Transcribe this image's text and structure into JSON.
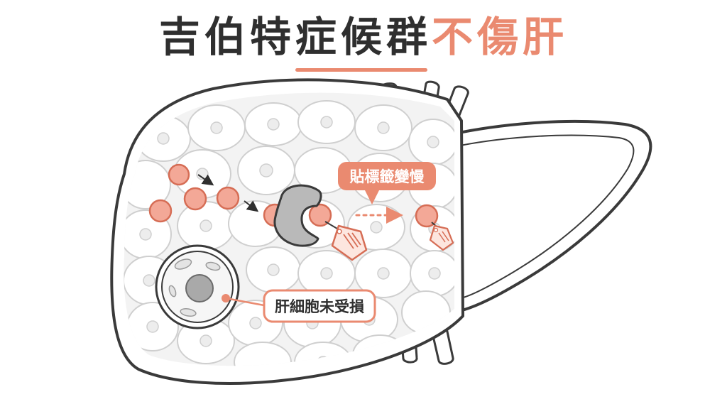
{
  "title": {
    "dark_text": "吉伯特症候群",
    "accent_text": "不傷肝"
  },
  "labels": {
    "tagging_slow": "貼標籤變慢",
    "liver_cells_unharmed": "肝細胞未受損"
  },
  "colors": {
    "accent": "#ea8a70",
    "molecule_fill": "#f3a897",
    "molecule_stroke": "#d66d55",
    "outline": "#3a3a3a",
    "enzyme": "#b9b9b9"
  },
  "icons": [
    "bilirubin-molecule",
    "flow-arrow",
    "enzyme",
    "tag-icon",
    "liver-cell",
    "blood-vessel"
  ]
}
